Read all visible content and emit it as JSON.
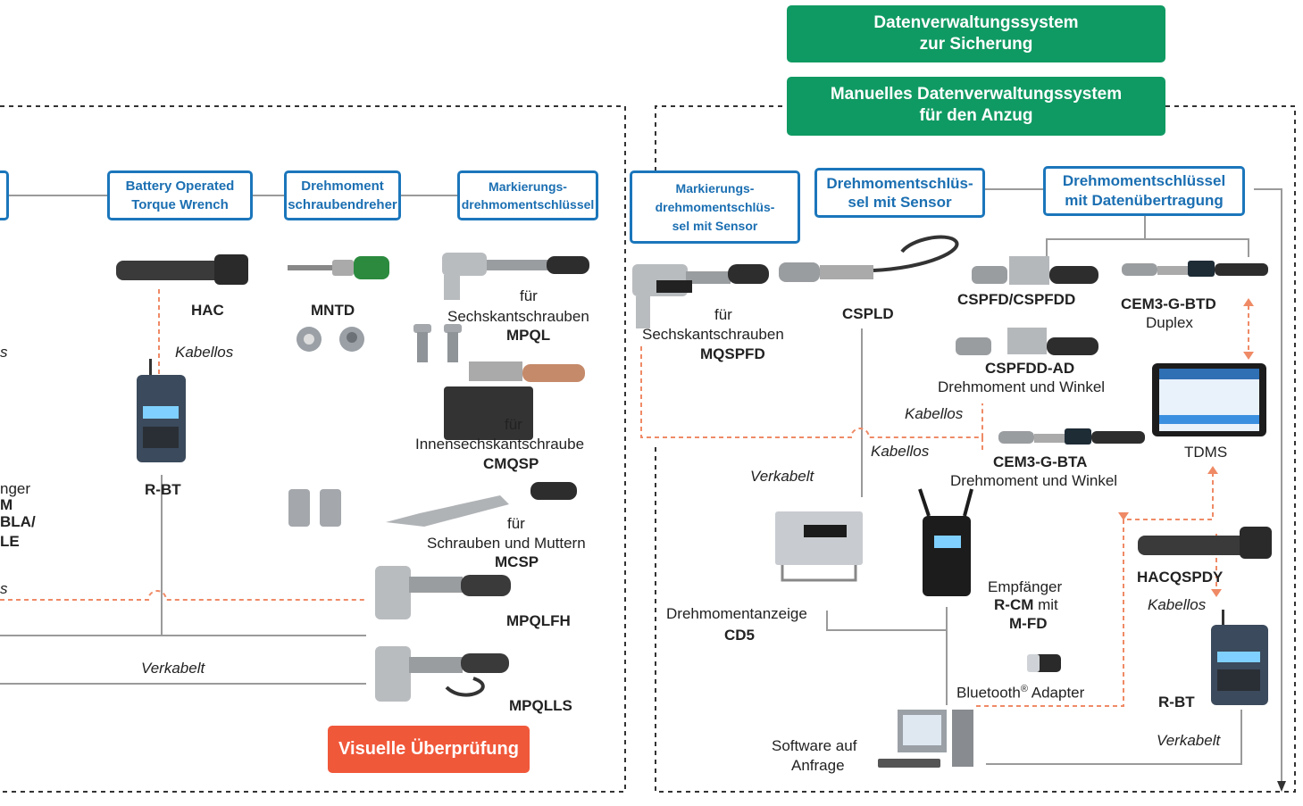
{
  "colors": {
    "green": "#109a63",
    "blue": "#1b76bb",
    "orange": "#f0583a",
    "grey_line": "#9a9a9a",
    "dashed_orange": "#ef8a66"
  },
  "banners": {
    "backup": [
      "Datenverwaltungssystem",
      "zur Sicherung"
    ],
    "manual": [
      "Manuelles Datenverwaltungssystem",
      "für den Anzug"
    ]
  },
  "categories": {
    "battery": [
      "Battery Operated",
      "Torque Wrench"
    ],
    "screwdriver": [
      "Drehmoment",
      "schraubendreher"
    ],
    "marking": [
      "Markierungs-",
      "drehmomentschlüssel"
    ],
    "marking_sensor": [
      "Markierungs-",
      "drehmomentschlüs-",
      "sel mit Sensor"
    ],
    "sensor": [
      "Drehmomentschlüs-",
      "sel mit Sensor"
    ],
    "datatransfer": [
      "Drehmomentschlüssel",
      "mit Datenübertragung"
    ]
  },
  "left": {
    "hac": "HAC",
    "mntd": "MNTD",
    "kabellos_1": "Kabellos",
    "rbt": "R-BT",
    "mpql_for": "für",
    "mpql_desc": "Sechskantschrauben",
    "mpql": "MPQL",
    "cmqsp_for": "für",
    "cmqsp_desc": "Innensechskantschraube",
    "cmqsp": "CMQSP",
    "mcsp_for": "für",
    "mcsp_desc": "Schrauben und Muttern",
    "mcsp": "MCSP",
    "mpqlfh": "MPQLFH",
    "mpqlls": "MPQLLS",
    "verkabelt": "Verkabelt",
    "cut_ending_s": "s",
    "cut_kabellos": "s",
    "cut_nger": "nger",
    "cut_m": "M",
    "cut_bla": "BLA/",
    "cut_le": "LE",
    "cut_dot": "-",
    "visuelle": "Visuelle Überprüfung"
  },
  "right": {
    "mqspfd_for": "für",
    "mqspfd_desc": "Sechskantschrauben",
    "mqspfd": "MQSPFD",
    "cspld": "CSPLD",
    "cspfd": "CSPFD/CSPFDD",
    "cem3btd": "CEM3-G-BTD",
    "duplex": "Duplex",
    "cspfdd_ad": "CSPFDD-AD",
    "cspfdd_ad_desc": "Drehmoment und Winkel",
    "kabellos_a": "Kabellos",
    "kabellos_b": "Kabellos",
    "cem3bta": "CEM3-G-BTA",
    "cem3bta_desc": "Drehmoment und Winkel",
    "tdms": "TDMS",
    "verkabelt_1": "Verkabelt",
    "cd5_desc": "Drehmomentanzeige",
    "cd5": "CD5",
    "receiver_1": "Empfänger",
    "receiver_2a": "R-CM",
    "receiver_2b": " mit",
    "receiver_3": "M-FD",
    "bt_adapter": "Bluetooth",
    "bt_reg": "®",
    "bt_adapter_rest": " Adapter",
    "hacqspdy": "HACQSPDY",
    "kabellos_c": "Kabellos",
    "rbt": "R-BT",
    "verkabelt_2": "Verkabelt",
    "software_1": "Software auf",
    "software_2": "Anfrage"
  }
}
